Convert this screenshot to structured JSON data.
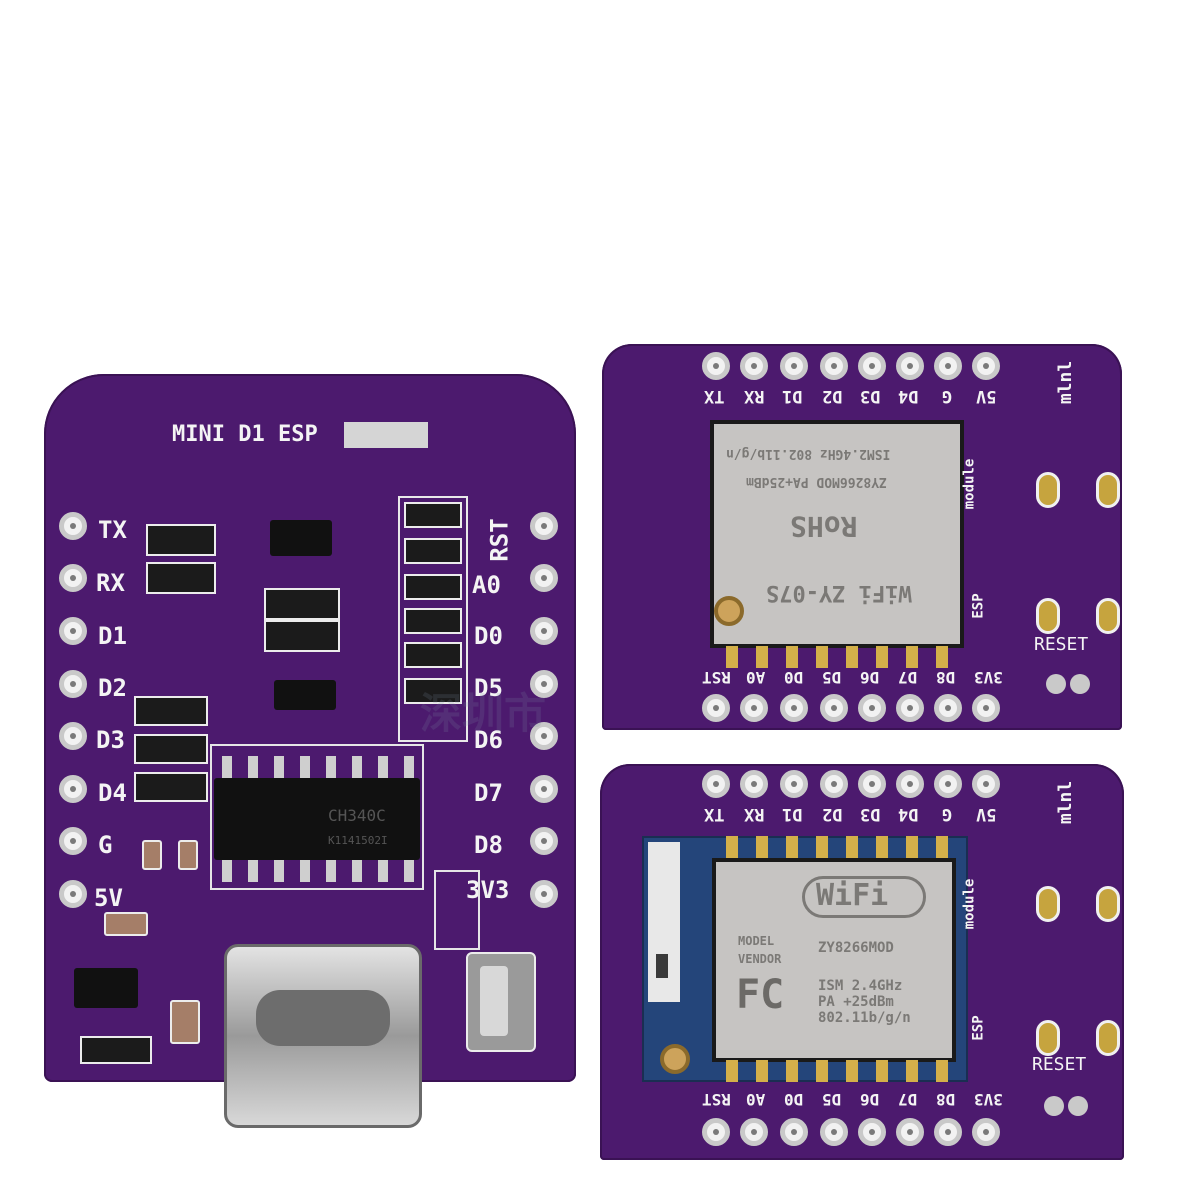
{
  "board1": {
    "title": "MINI D1 ESP",
    "left_pins": [
      "TX",
      "RX",
      "D1",
      "D2",
      "D3",
      "D4",
      "G",
      "5V"
    ],
    "right_pins": [
      "RST",
      "A0",
      "D0",
      "D5",
      "D6",
      "D7",
      "D8",
      "3V3"
    ],
    "chip": "CH340C",
    "chip_code": "K1141502I"
  },
  "board2": {
    "top_pins": [
      "TX",
      "RX",
      "D1",
      "D2",
      "D3",
      "D4",
      "G",
      "5V"
    ],
    "bottom_pins": [
      "RST",
      "A0",
      "D0",
      "D5",
      "D6",
      "D7",
      "D8",
      "3V3"
    ],
    "side_label": "mlnl",
    "module_label": "module",
    "esp_label": "ESP",
    "reset_label": "RESET",
    "shield_lines": [
      "ISM2.4GHz  802.11b/g/n",
      "ZY8266MOD  PA+25dBm",
      "RoHS",
      "WiFi  ZY-07S"
    ]
  },
  "board3": {
    "top_pins": [
      "TX",
      "RX",
      "D1",
      "D2",
      "D3",
      "D4",
      "G",
      "5V"
    ],
    "bottom_pins": [
      "RST",
      "A0",
      "D0",
      "D5",
      "D6",
      "D7",
      "D8",
      "3V3"
    ],
    "side_label": "mlnl",
    "module_label": "module",
    "esp_label": "ESP",
    "reset_label": "RESET",
    "wifi_logo": "WiFi",
    "model": "ZY8266MOD",
    "model_label": "MODEL",
    "vendor_label": "VENDOR",
    "fcc_logo": "FC",
    "spec1": "ISM 2.4GHz",
    "spec2": "PA  +25dBm",
    "spec3": "802.11b/g/n"
  },
  "colors": {
    "pcb": "#4c1a6e",
    "silkscreen": "#f4f4f4",
    "pin_ring": "#c9c9c9"
  }
}
